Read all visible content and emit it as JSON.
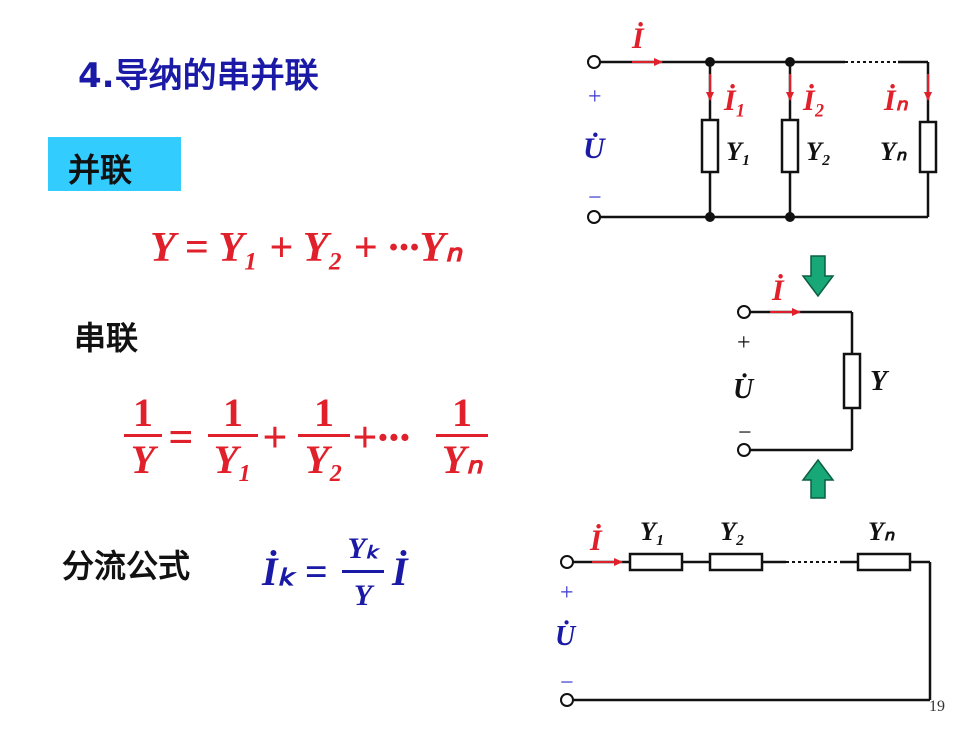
{
  "slide": {
    "title": "4.导纳的串并联",
    "parallel_tag": "并联",
    "series_heading": "串联",
    "divider_heading": "分流公式",
    "page_number": "19"
  },
  "formulas": {
    "parallel": "Y = Y₁ + Y₂ + ···Yₙ",
    "series_lhs_num": "1",
    "series_lhs_den": "Y",
    "series_terms": [
      "Y₁",
      "Y₂",
      "Yₙ"
    ],
    "divider_lhs": "İₖ",
    "divider_num": "Yₖ",
    "divider_den": "Y",
    "divider_rhs": "İ"
  },
  "circuits": {
    "parallel": {
      "current": "İ",
      "voltage": "U̇",
      "plus": "+",
      "minus": "−",
      "branch_currents": [
        "İ₁",
        "İ₂",
        "İₙ"
      ],
      "branch_admittances": [
        "Y₁",
        "Y₂",
        "Yₙ"
      ]
    },
    "equivalent": {
      "current": "İ",
      "voltage": "U̇",
      "plus": "+",
      "minus": "−",
      "admittance": "Y"
    },
    "series": {
      "current": "İ",
      "voltage": "U̇",
      "plus": "+",
      "minus": "−",
      "admittances": [
        "Y₁",
        "Y₂",
        "Yₙ"
      ]
    }
  },
  "colors": {
    "title": "#1a1aa6",
    "tag": "#33ccff",
    "formula": "#e0202a",
    "arrow": "#18a878"
  }
}
